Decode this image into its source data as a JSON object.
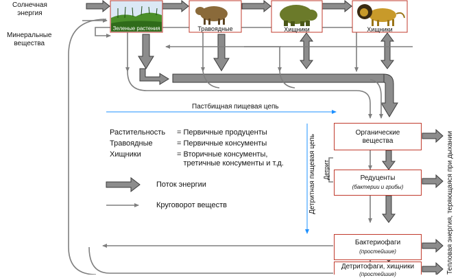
{
  "colors": {
    "box_border": "#c0392b",
    "thick_arrow_fill": "#8c8c8c",
    "thick_arrow_stroke": "#3a3a3a",
    "thin_arrow": "#7f7f7f",
    "blue_line": "#1e90ff",
    "grass_green": "#4a8f2a",
    "sky": "#dbe8f5",
    "cow": "#8a6a3a",
    "bear": "#6b7a2a",
    "lion": "#c89a2a"
  },
  "inputs": {
    "solar": "Солнечная\nэнергия",
    "mineral": "Минеральные\nвещества"
  },
  "trophic": {
    "producers": "Зеленые растения",
    "herbivores": "Травоядные",
    "predators1": "Хищники",
    "predators2": "Хищники"
  },
  "chains": {
    "grazing": "Пастбищная пищевая цепь",
    "detrital": "Детритная пищевая цепь",
    "detritus": "Детрит"
  },
  "legend": {
    "rows": [
      {
        "term": "Растительность",
        "eq": "=",
        "desc": "Первичные продуценты"
      },
      {
        "term": "Травоядные",
        "eq": "=",
        "desc": "Первичные консументы"
      },
      {
        "term": "Хищники",
        "eq": "=",
        "desc": "Вторичные консументы,\nтретичные консументы и т.д."
      }
    ],
    "energy_flow": "Поток энергии",
    "matter_cycle": "Круговорот веществ"
  },
  "decomposers": {
    "organic": "Органические\nвещества",
    "reducers": "Редуценты",
    "reducers_note": "(бактерии и грибы)",
    "bacteriophages": "Бактериофаги",
    "bacteriophages_note": "(простейшие)",
    "detritivores": "Детритофаги, хищники",
    "detritivores_note": "(простейшие)"
  },
  "heat_loss": "Тепловая энергия, теряющаяся при дыхании"
}
